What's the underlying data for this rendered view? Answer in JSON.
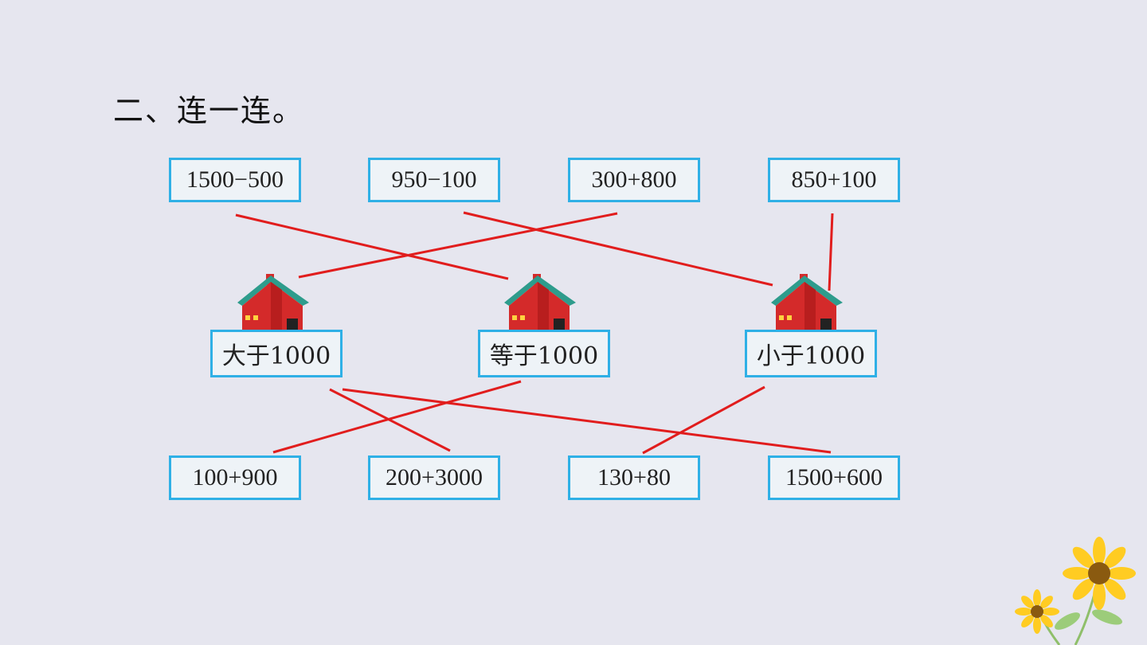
{
  "title": "二、连一连。",
  "top_boxes": [
    "1500−500",
    "950−100",
    "300+800",
    "850+100"
  ],
  "houses": [
    "大于1000",
    "等于1000",
    "小于1000"
  ],
  "bottom_boxes": [
    "100+900",
    "200+3000",
    "130+80",
    "1500+600"
  ],
  "colors": {
    "line": "#e11d1d",
    "box_border": "#2fb0e6",
    "background": "#e6e6ef"
  },
  "icons": [
    "house-icon",
    "sunflower-decoration"
  ]
}
